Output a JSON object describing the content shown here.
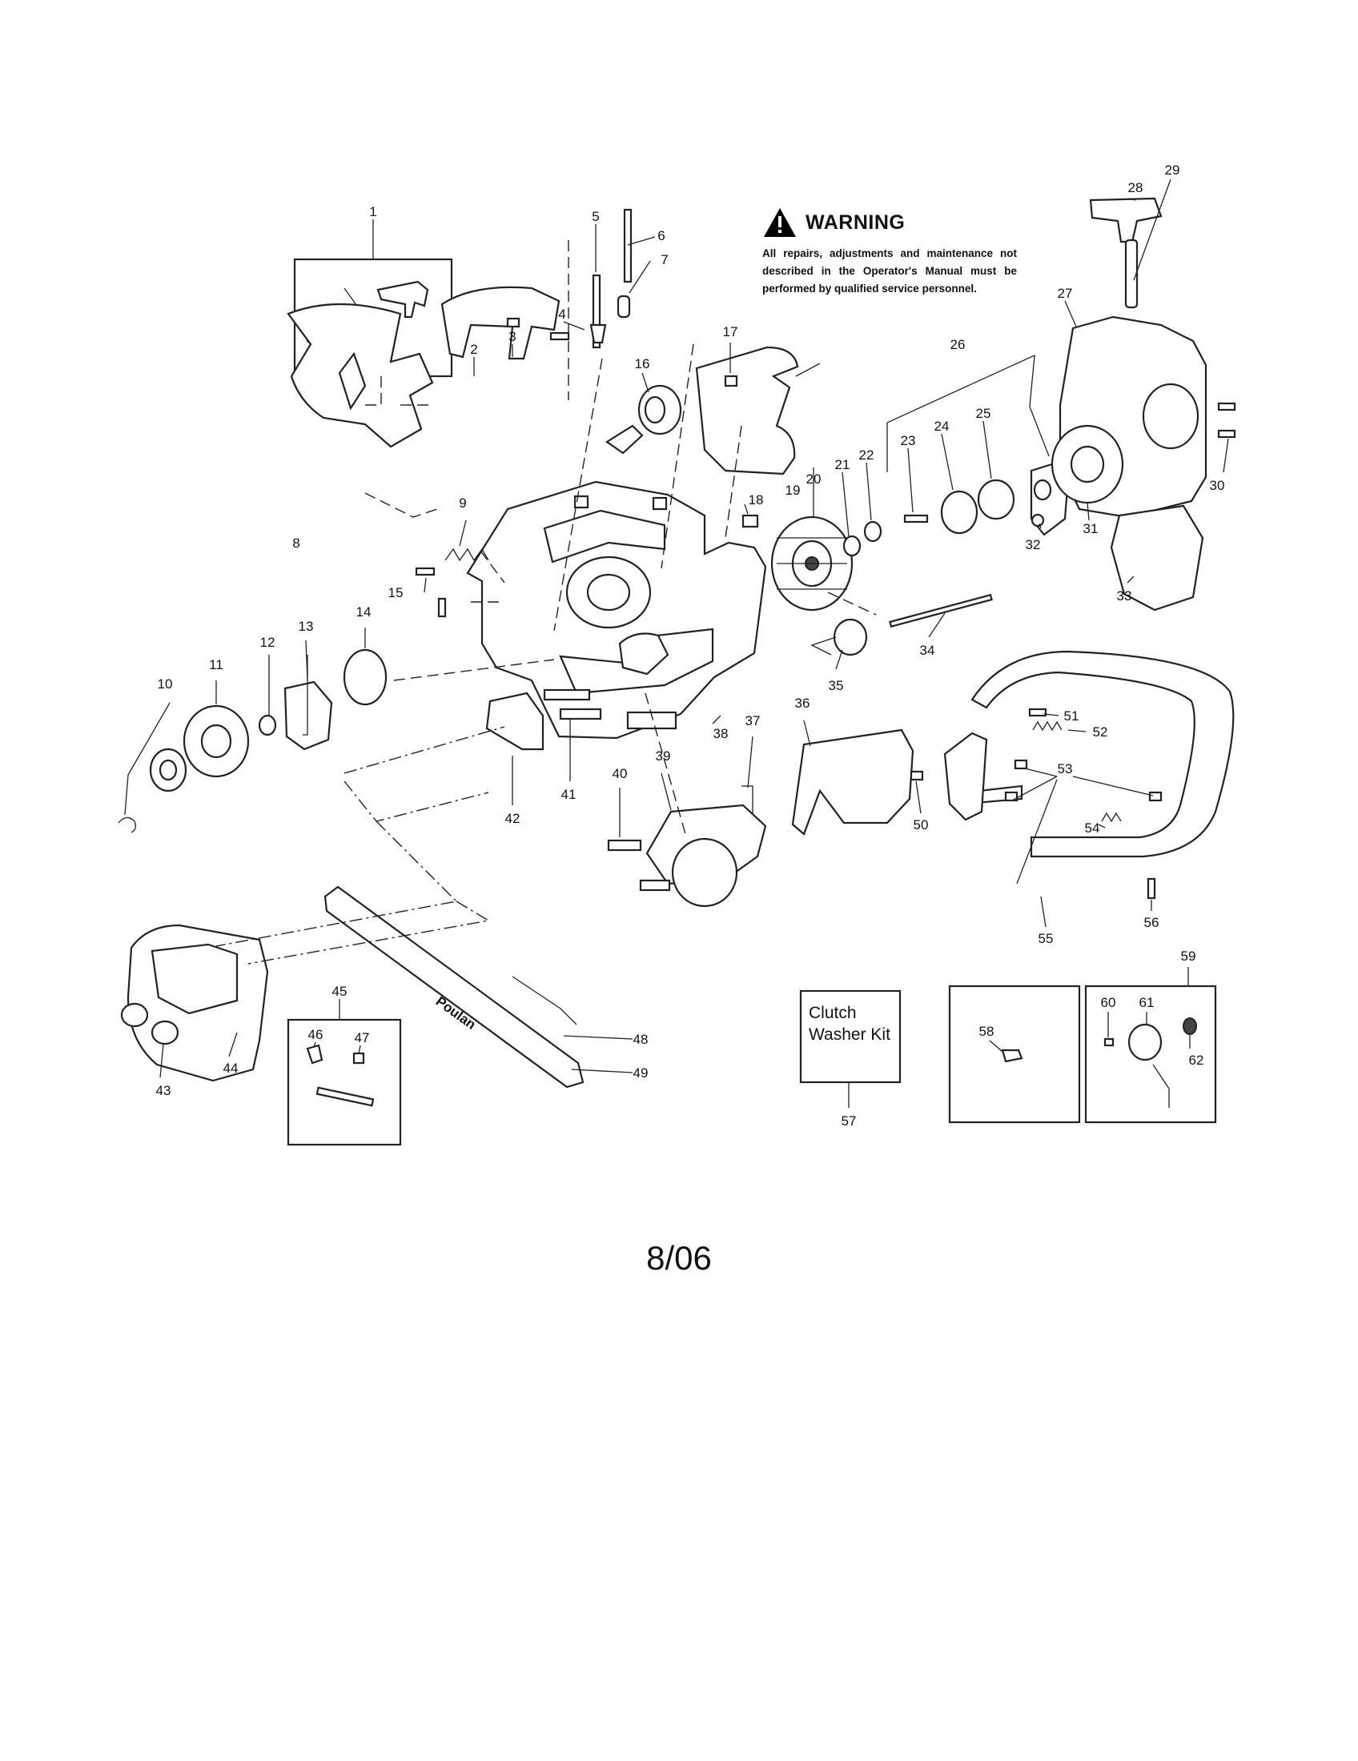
{
  "warning": {
    "title": "WARNING",
    "text": "All repairs, adjustments and maintenance not described in the Operator's Manual must be performed by qualified service personnel."
  },
  "bar_brand": "Poulan",
  "kit_label": "Clutch Washer Kit",
  "footer_date": "8/06",
  "callouts": [
    "1",
    "2",
    "3",
    "4",
    "5",
    "6",
    "7",
    "8",
    "9",
    "10",
    "11",
    "12",
    "13",
    "14",
    "15",
    "16",
    "17",
    "18",
    "19",
    "20",
    "21",
    "22",
    "23",
    "24",
    "25",
    "26",
    "27",
    "28",
    "29",
    "30",
    "31",
    "32",
    "33",
    "34",
    "35",
    "36",
    "37",
    "38",
    "39",
    "40",
    "41",
    "42",
    "43",
    "44",
    "45",
    "46",
    "47",
    "48",
    "49",
    "50",
    "51",
    "52",
    "53",
    "54",
    "55",
    "56",
    "57",
    "58",
    "59",
    "60",
    "61",
    "62"
  ],
  "icons": {
    "warning": "warning-triangle-icon"
  }
}
